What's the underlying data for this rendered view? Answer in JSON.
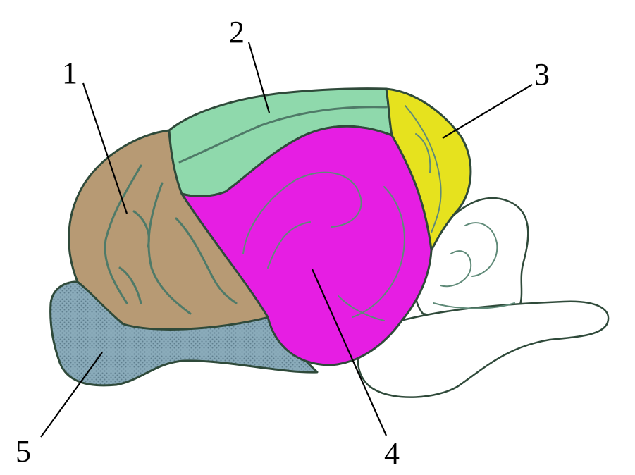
{
  "regions": [
    {
      "id": "1",
      "label": "1",
      "color": "#b79a74"
    },
    {
      "id": "2",
      "label": "2",
      "color": "#8fd9ac"
    },
    {
      "id": "3",
      "label": "3",
      "color": "#e6e21e"
    },
    {
      "id": "4",
      "label": "4",
      "color": "#e61ee3"
    },
    {
      "id": "5",
      "label": "5",
      "color": "#7e9fae"
    }
  ],
  "background": "#ffffff",
  "outline_color": "#2f4a3a"
}
